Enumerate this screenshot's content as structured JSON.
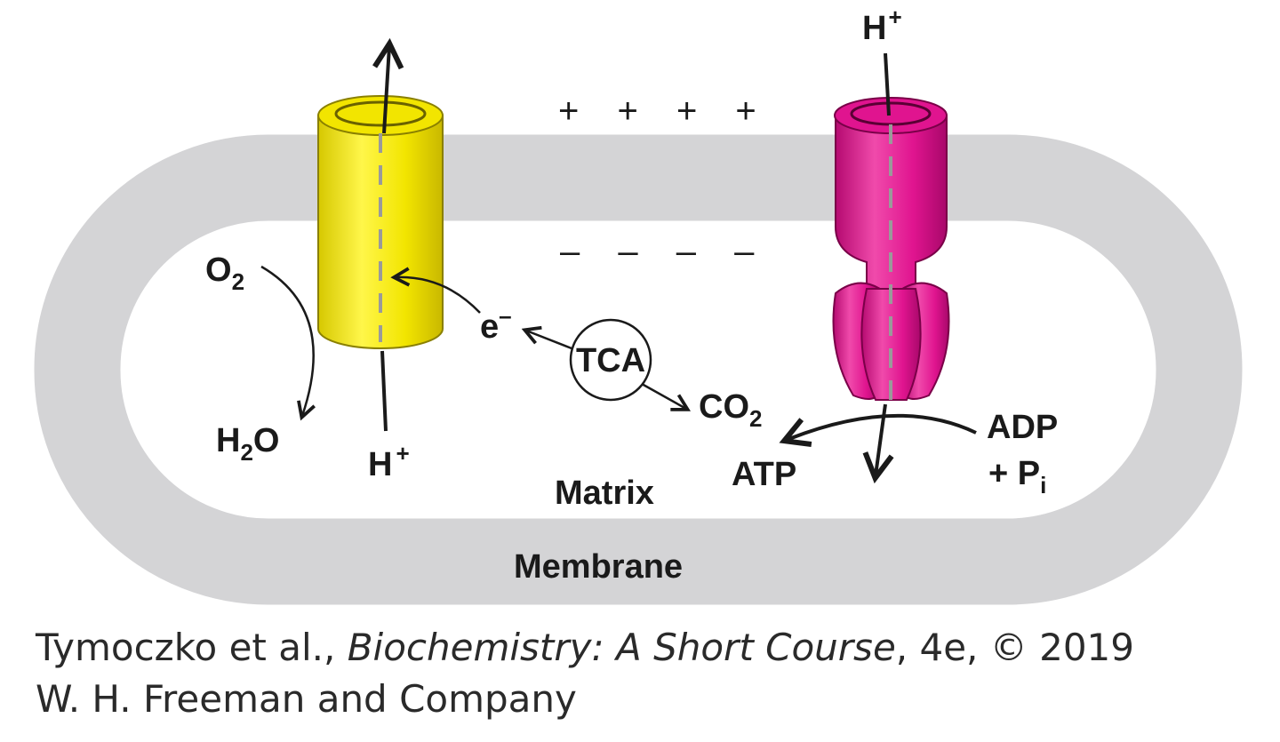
{
  "colors": {
    "membrane": "#d4d4d6",
    "transporter": "#f2e500",
    "synthase": "#e0148f",
    "ink": "#1a1a1a",
    "dash": "#9a9a9a"
  },
  "icons": {
    "electron_transport": "yellow-cylinder-icon",
    "atp_synthase": "magenta-rotor-icon"
  },
  "labels": {
    "plus_charges": "+ + + +",
    "minus_charges": "– – – –",
    "o2_base": "O",
    "o2_sub": "2",
    "h2o_h": "H",
    "h2o_sub": "2",
    "h2o_o": "O",
    "h_plus_bottom_base": "H",
    "h_plus_bottom_sup": "+",
    "h_plus_top_base": "H",
    "h_plus_top_sup": "+",
    "electron_base": "e",
    "electron_sup": "–",
    "tca": "TCA",
    "co2_base": "CO",
    "co2_sub": "2",
    "atp": "ATP",
    "adp": "ADP",
    "pi_plus": "+ P",
    "pi_sub": "i",
    "matrix": "Matrix",
    "membrane": "Membrane"
  },
  "credit": {
    "authors": "Tymoczko et al., ",
    "book": "Biochemistry: A Short Course",
    "edition": ", 4e, © 2019",
    "publisher": "W. H. Freeman and Company"
  }
}
